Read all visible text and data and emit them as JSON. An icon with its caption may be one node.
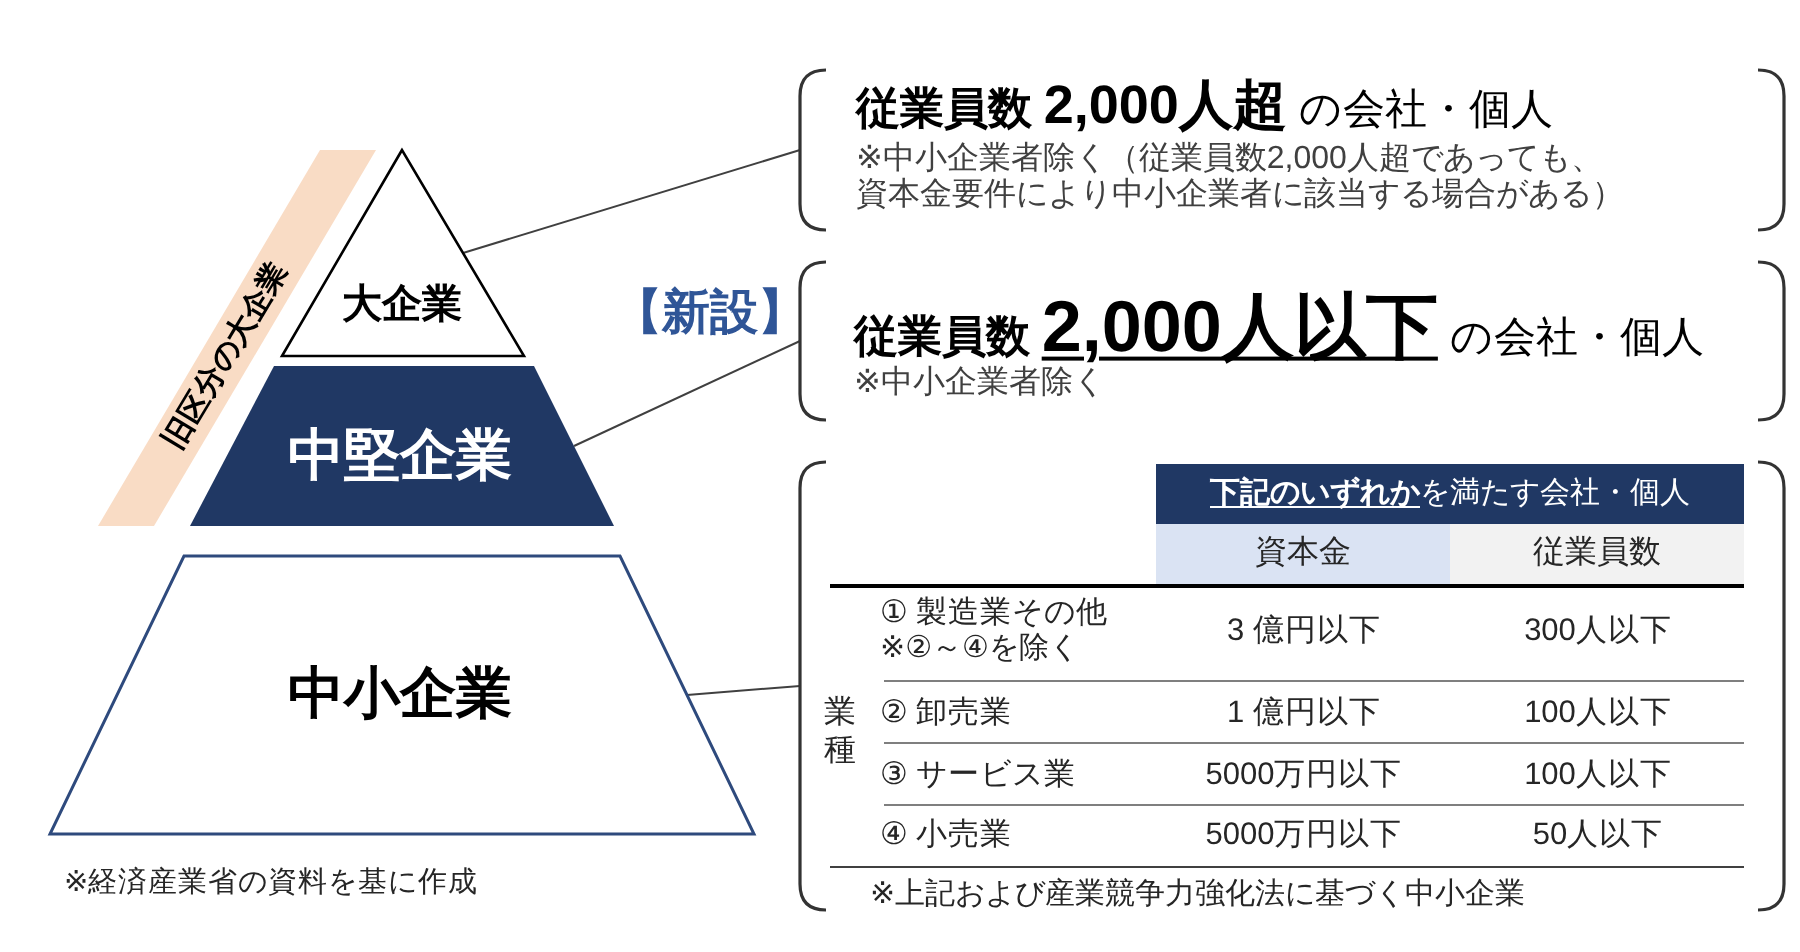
{
  "diagram": {
    "nodes": [
      {
        "text": [
          "旧区分の大企業"
        ]
      },
      {
        "text": [
          "大企業"
        ]
      },
      {
        "text": [
          "中堅企業"
        ]
      },
      {
        "text": [
          "中小企業"
        ]
      },
      {
        "text": [
          "**従業員数** **2,000人超** の会社・個人",
          "※中小企業者除く（従業員数2,000人超であっても、資本金要件により中小企業者に該当する場合がある）"
        ]
      },
      {
        "text": [
          "**従業員数** **2,000人以下** の会社・個人",
          "※中小企業者除く"
        ],
        "beside": [
          "【新設】"
        ]
      },
      {
        "text": [
          "**下記のいずれか**を満たす会社・個人",
          "資本金",
          "従業員数",
          "業種",
          "① 製造業その他",
          "※②～④を除く",
          "3 億円以下",
          "300人以下",
          "② 卸売業",
          "1 億円以下",
          "100人以下",
          "③ サービス業",
          "5000万円以下",
          "100人以下",
          "④ 小売業",
          "5000万円以下",
          "50人以下",
          "※上記および産業競争力強化法に基づく中小企業"
        ]
      }
    ],
    "edges": [
      {
        "from": 1,
        "to": 4,
        "arrow": "none"
      },
      {
        "from": 2,
        "to": 5,
        "arrow": "none"
      },
      {
        "from": 3,
        "to": 6,
        "arrow": "none"
      }
    ],
    "labels": [
      "※経済産業省の資料を基に作成"
    ]
  }
}
